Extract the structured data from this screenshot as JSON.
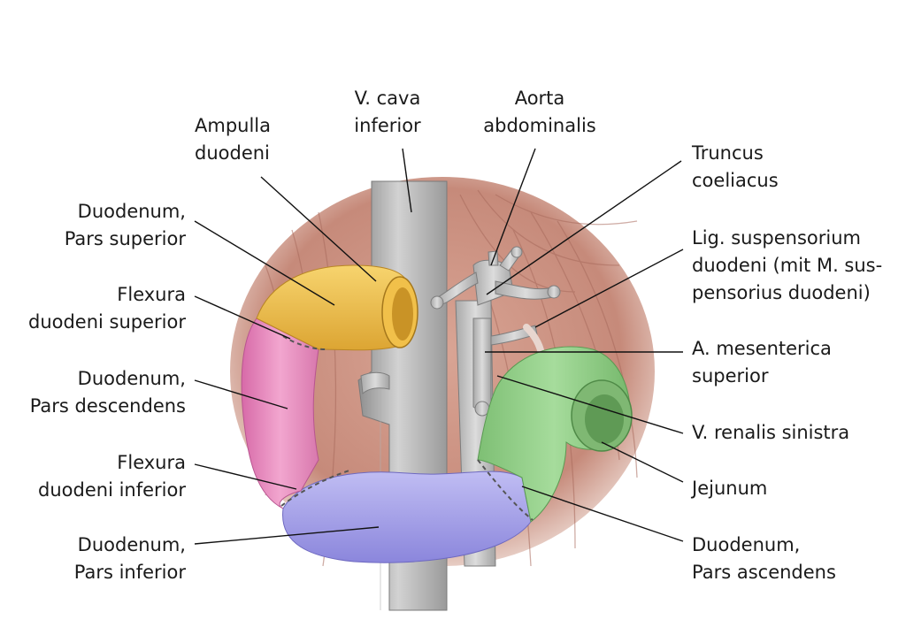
{
  "colors": {
    "pars_superior": "#f3c452",
    "pars_descendens": "#e98cc0",
    "pars_inferior": "#a8a4ea",
    "pars_ascendens": "#8fcf86",
    "vessels": "#b9b9b9",
    "muscle": "#c98f80"
  },
  "labels": {
    "v_cava": [
      "V. cava",
      "inferior"
    ],
    "aorta": [
      "Aorta",
      "abdominalis"
    ],
    "ampulla": [
      "Ampulla",
      "duodeni"
    ],
    "pars_superior": [
      "Duodenum,",
      "Pars superior"
    ],
    "flexura_superior": [
      "Flexura",
      "duodeni superior"
    ],
    "pars_descendens": [
      "Duodenum,",
      "Pars descendens"
    ],
    "flexura_inferior": [
      "Flexura",
      "duodeni inferior"
    ],
    "pars_inferior": [
      "Duodenum,",
      "Pars inferior"
    ],
    "truncus": [
      "Truncus",
      "coeliacus"
    ],
    "lig_suspensorium": [
      "Lig. suspensorium",
      "duodeni (mit M. sus-",
      "pensorius duodeni)"
    ],
    "a_mesenterica": [
      "A. mesenterica",
      "superior"
    ],
    "v_renalis": [
      "V. renalis sinistra"
    ],
    "jejunum": [
      "Jejunum"
    ],
    "pars_ascendens": [
      "Duodenum,",
      "Pars ascendens"
    ]
  }
}
